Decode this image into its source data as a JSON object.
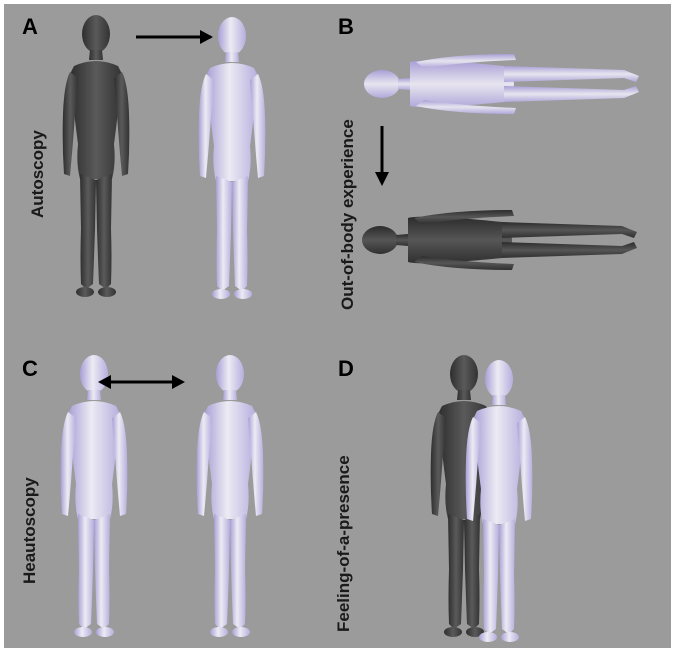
{
  "colors": {
    "background": "#9b9b9b",
    "dark_body": "#4a4a4a",
    "light_body": "#d9d6e6",
    "light_body_shade": "#a99fd6"
  },
  "panels": [
    {
      "letter": "A",
      "label": "Autoscopy"
    },
    {
      "letter": "B",
      "label": "Out-of-body experience"
    },
    {
      "letter": "C",
      "label": "Heautoscopy"
    },
    {
      "letter": "D",
      "label": "Feeling-of-a-presence"
    }
  ],
  "icons": [
    "arrow-right-icon",
    "arrow-down-icon",
    "double-arrow-icon"
  ]
}
